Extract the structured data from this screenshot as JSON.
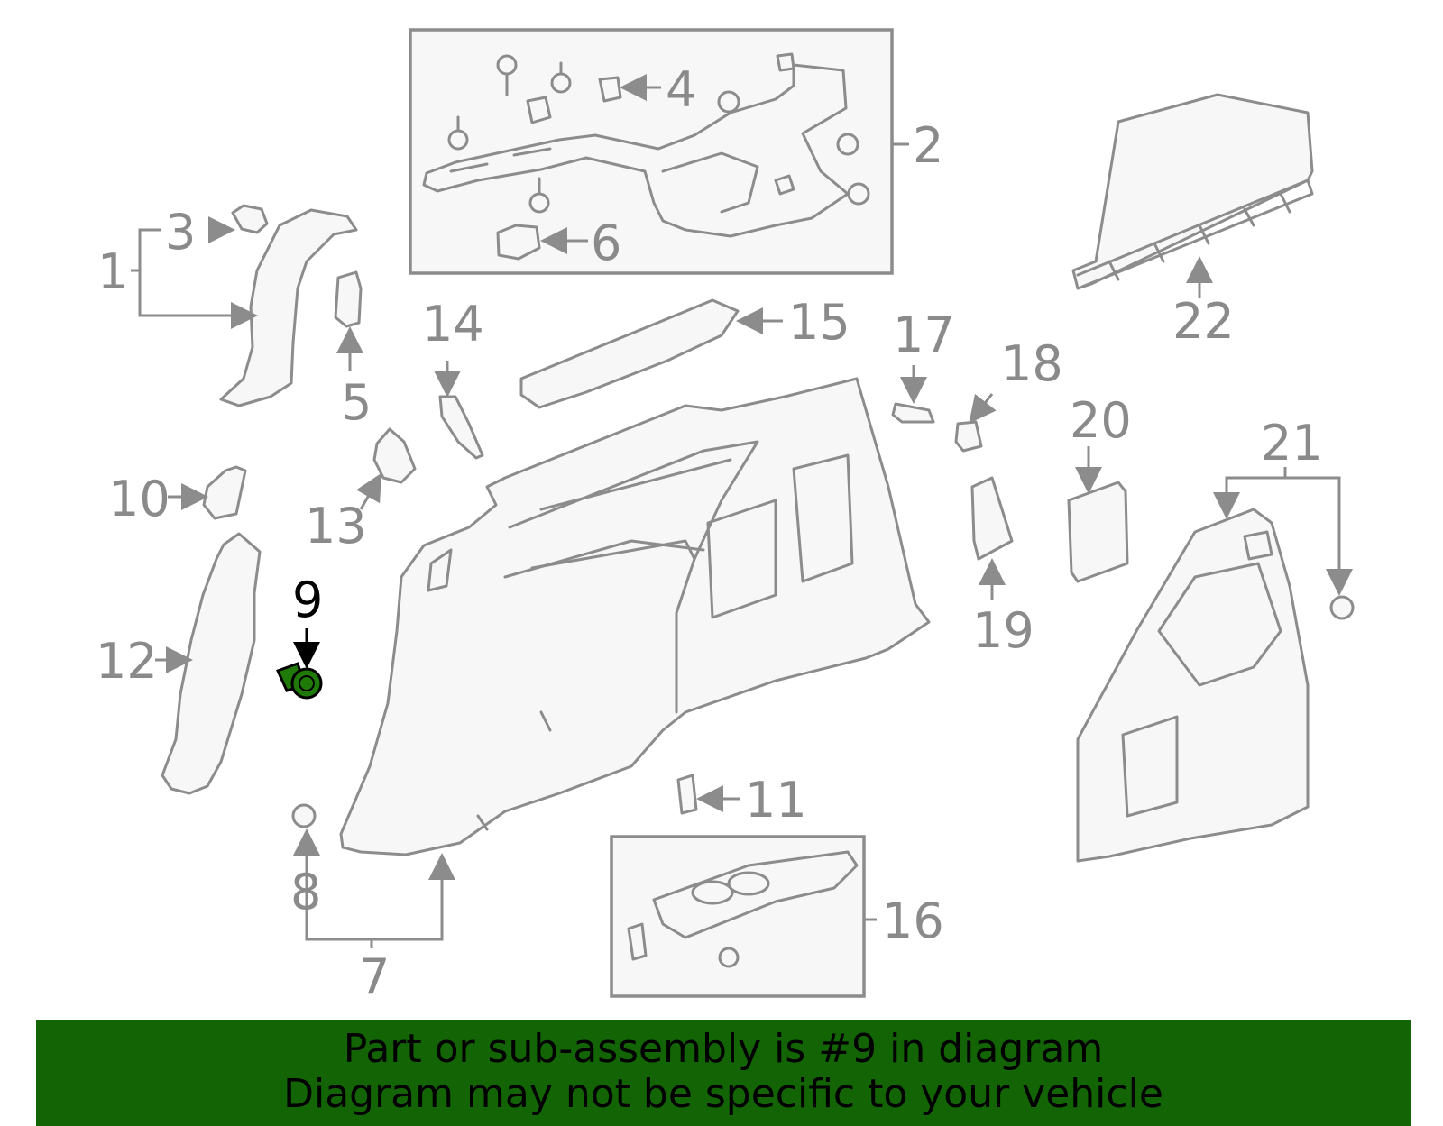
{
  "colors": {
    "part": "#8c8c8c",
    "highlight": "#1f7a0a",
    "banner": "#136405"
  },
  "callouts": {
    "c1": "1",
    "c2": "2",
    "c3": "3",
    "c4": "4",
    "c5": "5",
    "c6": "6",
    "c7": "7",
    "c8": "8",
    "c9": "9",
    "c10": "10",
    "c11": "11",
    "c12": "12",
    "c13": "13",
    "c14": "14",
    "c15": "15",
    "c16": "16",
    "c17": "17",
    "c18": "18",
    "c19": "19",
    "c20": "20",
    "c21": "21",
    "c22": "22"
  },
  "highlighted_part": "9",
  "banner": {
    "line1": "Part or sub-assembly is #9 in diagram",
    "line2": "Diagram may not be specific to your vehicle"
  }
}
